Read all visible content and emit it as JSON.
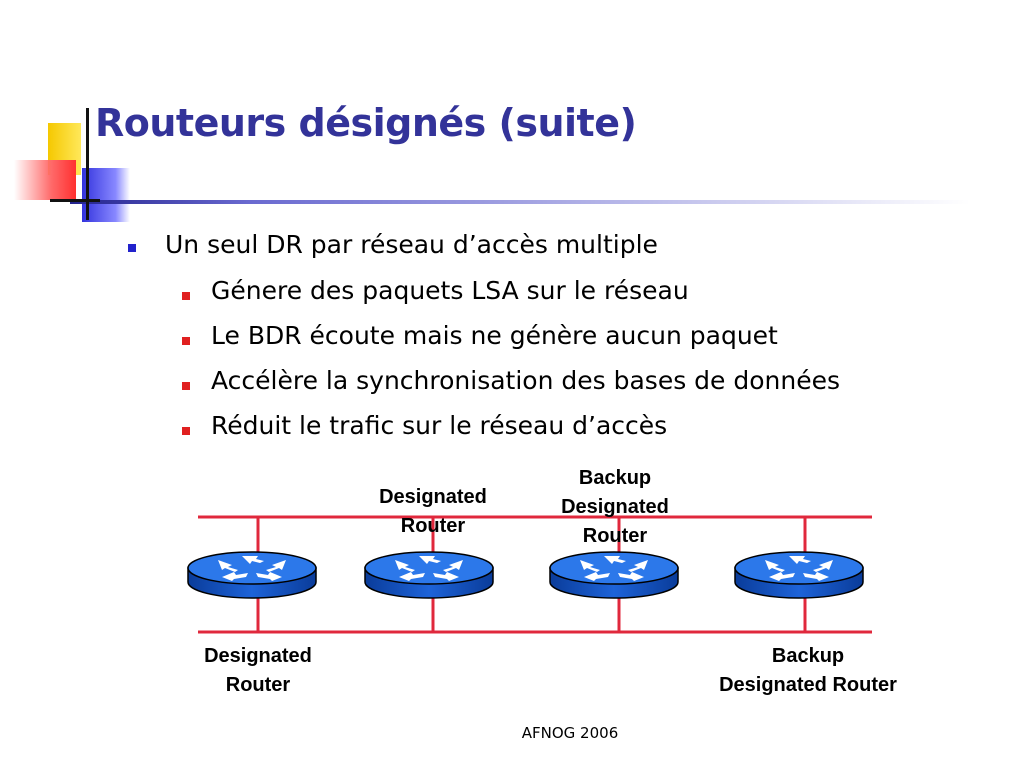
{
  "slide": {
    "title": "Routeurs désignés (suite)",
    "footer": "AFNOG 2006",
    "bullets": [
      {
        "level": 1,
        "text": "Un seul DR par réseau d’accès multiple"
      },
      {
        "level": 2,
        "text": "Génere des paquets LSA sur  le  réseau"
      },
      {
        "level": 2,
        "text": "Le BDR écoute mais ne génère aucun paquet"
      },
      {
        "level": 2,
        "text": "Accélère la synchronisation des bases de données"
      },
      {
        "level": 2,
        "text": "Réduit le trafic sur le réseau d’accès"
      }
    ]
  },
  "diagram": {
    "routers": [
      {
        "icon": "router-icon"
      },
      {
        "icon": "router-icon"
      },
      {
        "icon": "router-icon"
      },
      {
        "icon": "router-icon"
      }
    ],
    "top_labels": {
      "dr": [
        "Designated",
        "Router"
      ],
      "bdr": [
        "Backup",
        "Designated",
        "Router"
      ]
    },
    "bottom_labels": {
      "dr": [
        "Designated",
        "Router"
      ],
      "bdr": [
        "Backup",
        "Designated Router"
      ]
    },
    "colors": {
      "network_line": "#e0283c",
      "router_body": "#1a5fd8",
      "title": "#333399"
    }
  }
}
